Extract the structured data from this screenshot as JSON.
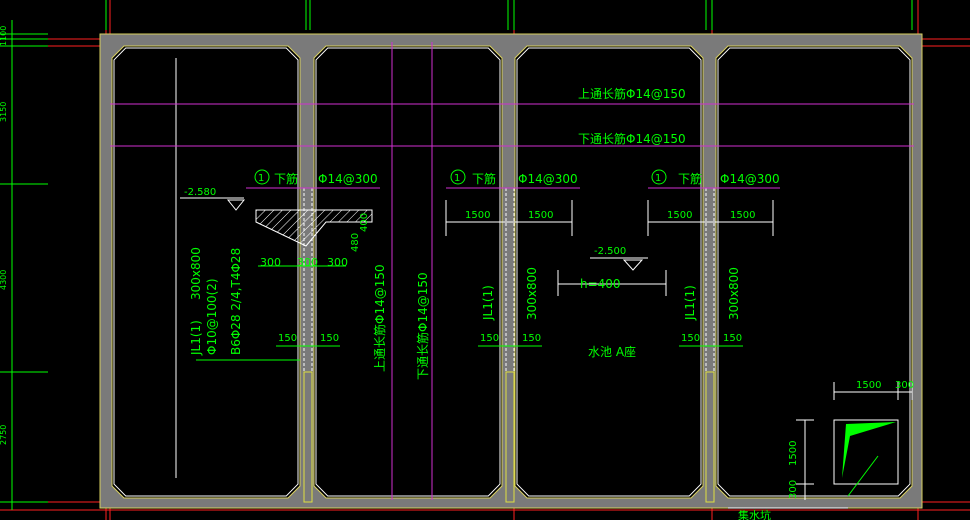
{
  "drawing": {
    "colors": {
      "background": "#000000",
      "wall_fill": "#7a7a7a",
      "wall_edge": "#d8d060",
      "magenta": "#d030d0",
      "green": "#00ff00",
      "white": "#ffffff",
      "red": "#ff2020",
      "yellow": "#e0e040"
    },
    "left_dims": [
      "1100",
      "3150",
      "4300",
      "2750"
    ],
    "bars": {
      "top_long": "上通长筋Φ14@150",
      "bottom_long": "下通长筋Φ14@150",
      "top_long_vertical": "上通长筋Φ14@150",
      "bottom_long_vertical": "下通长筋Φ14@150"
    },
    "rebar_callouts": [
      {
        "mark": "1",
        "label": "下筋",
        "spec": "Φ14@300"
      },
      {
        "mark": "1",
        "label": "下筋",
        "spec": "Φ14@300"
      },
      {
        "mark": "1",
        "label": "下筋",
        "spec": "Φ14@300"
      }
    ],
    "dims_1500": [
      "1500",
      "1500",
      "1500",
      "1500"
    ],
    "level_1": "-2.580",
    "level_2": "-2.500",
    "h_label": "h=400",
    "section": {
      "d300": "300",
      "d400": "400",
      "d480": "480"
    },
    "beam_detail": {
      "name": "JL1(1)",
      "size": "300x800",
      "stirrup": "Φ10@100(2)",
      "bars": "B6Φ28 2/4,T4Φ28"
    },
    "beam_labels": [
      {
        "name": "JL1(1)",
        "size": "300x800"
      },
      {
        "name": "JL1(1)",
        "size": "300x800"
      }
    ],
    "dim_150": "150",
    "pool_name": "水池 A座",
    "sump": {
      "w": "1500",
      "w2": "300",
      "h": "1500",
      "h2": "300",
      "name": "集水坑"
    }
  }
}
